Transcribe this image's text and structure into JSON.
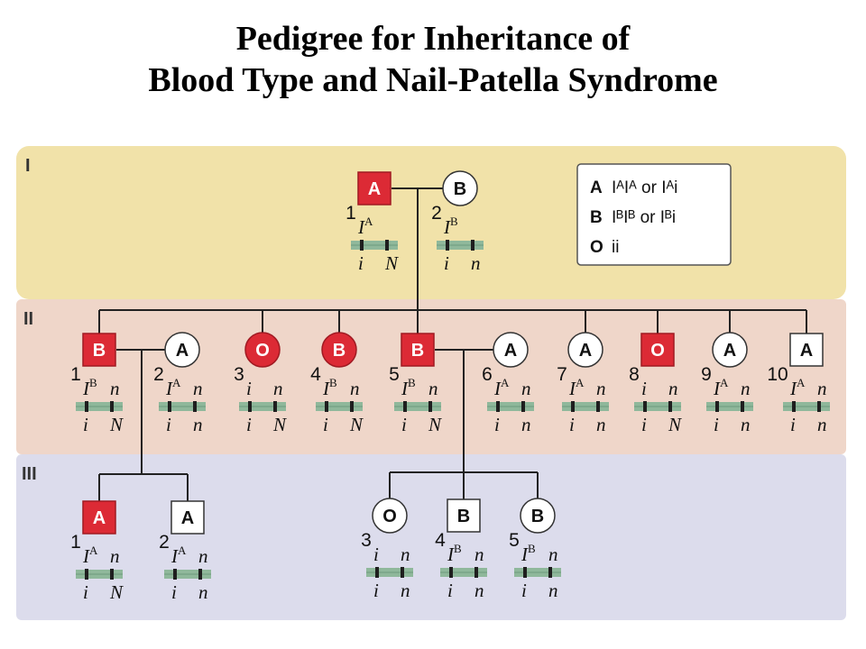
{
  "title": {
    "line1": "Pedigree for Inheritance of",
    "line2": "Blood Type and Nail-Patella Syndrome"
  },
  "generations": [
    {
      "label": "I",
      "band_color": "#f1e2a9"
    },
    {
      "label": "II",
      "band_color": "#efd6c9"
    },
    {
      "label": "III",
      "band_color": "#dcdcec"
    }
  ],
  "colors": {
    "affected": "#dc2a35",
    "unaffected": "#ffffff",
    "chromosome": "#8fb89b",
    "marker": "#1f1f1f",
    "line": "#222222"
  },
  "legend": {
    "rows": [
      {
        "type": "A",
        "text": "IᴬIᴬ or Iᴬi"
      },
      {
        "type": "B",
        "text": "IᴮIᴮ or Iᴮi"
      },
      {
        "type": "O",
        "text": "ii"
      }
    ]
  },
  "individuals": [
    {
      "id": "I-1",
      "gen": "I",
      "number": "1",
      "sex": "male",
      "affected": true,
      "blood": "A",
      "top": {
        "base": "I",
        "sup": "A",
        "tail": ""
      },
      "bottom": [
        "i",
        "N"
      ]
    },
    {
      "id": "I-2",
      "gen": "I",
      "number": "2",
      "sex": "female",
      "affected": false,
      "blood": "B",
      "top": {
        "base": "I",
        "sup": "B",
        "tail": ""
      },
      "bottom": [
        "i",
        "n"
      ]
    },
    {
      "id": "II-1",
      "gen": "II",
      "number": "1",
      "sex": "male",
      "affected": true,
      "blood": "B",
      "top": {
        "base": "I",
        "sup": "B",
        "tail": "n"
      },
      "bottom": [
        "i",
        "N"
      ]
    },
    {
      "id": "II-2",
      "gen": "II",
      "number": "2",
      "sex": "female",
      "affected": false,
      "blood": "A",
      "top": {
        "base": "I",
        "sup": "A",
        "tail": "n"
      },
      "bottom": [
        "i",
        "n"
      ]
    },
    {
      "id": "II-3",
      "gen": "II",
      "number": "3",
      "sex": "female",
      "affected": true,
      "blood": "O",
      "top": {
        "base": "i",
        "sup": "",
        "tail": "n"
      },
      "bottom": [
        "i",
        "N"
      ]
    },
    {
      "id": "II-4",
      "gen": "II",
      "number": "4",
      "sex": "female",
      "affected": true,
      "blood": "B",
      "top": {
        "base": "I",
        "sup": "B",
        "tail": "n"
      },
      "bottom": [
        "i",
        "N"
      ]
    },
    {
      "id": "II-5",
      "gen": "II",
      "number": "5",
      "sex": "male",
      "affected": true,
      "blood": "B",
      "top": {
        "base": "I",
        "sup": "B",
        "tail": "n"
      },
      "bottom": [
        "i",
        "N"
      ]
    },
    {
      "id": "II-6",
      "gen": "II",
      "number": "6",
      "sex": "female",
      "affected": false,
      "blood": "A",
      "top": {
        "base": "I",
        "sup": "A",
        "tail": "n"
      },
      "bottom": [
        "i",
        "n"
      ]
    },
    {
      "id": "II-7",
      "gen": "II",
      "number": "7",
      "sex": "female",
      "affected": false,
      "blood": "A",
      "top": {
        "base": "I",
        "sup": "A",
        "tail": "n"
      },
      "bottom": [
        "i",
        "n"
      ]
    },
    {
      "id": "II-8",
      "gen": "II",
      "number": "8",
      "sex": "male",
      "affected": true,
      "blood": "O",
      "top": {
        "base": "i",
        "sup": "",
        "tail": "n"
      },
      "bottom": [
        "i",
        "N"
      ]
    },
    {
      "id": "II-9",
      "gen": "II",
      "number": "9",
      "sex": "female",
      "affected": false,
      "blood": "A",
      "top": {
        "base": "I",
        "sup": "A",
        "tail": "n"
      },
      "bottom": [
        "i",
        "n"
      ]
    },
    {
      "id": "II-10",
      "gen": "II",
      "number": "10",
      "sex": "male",
      "affected": false,
      "blood": "A",
      "top": {
        "base": "I",
        "sup": "A",
        "tail": "n"
      },
      "bottom": [
        "i",
        "n"
      ]
    },
    {
      "id": "III-1",
      "gen": "III",
      "number": "1",
      "sex": "male",
      "affected": true,
      "blood": "A",
      "top": {
        "base": "I",
        "sup": "A",
        "tail": "n"
      },
      "bottom": [
        "i",
        "N"
      ]
    },
    {
      "id": "III-2",
      "gen": "III",
      "number": "2",
      "sex": "male",
      "affected": false,
      "blood": "A",
      "top": {
        "base": "I",
        "sup": "A",
        "tail": "n"
      },
      "bottom": [
        "i",
        "n"
      ]
    },
    {
      "id": "III-3",
      "gen": "III",
      "number": "3",
      "sex": "female",
      "affected": false,
      "blood": "O",
      "top": {
        "base": "i",
        "sup": "",
        "tail": "n"
      },
      "bottom": [
        "i",
        "n"
      ]
    },
    {
      "id": "III-4",
      "gen": "III",
      "number": "4",
      "sex": "male",
      "affected": false,
      "blood": "B",
      "top": {
        "base": "I",
        "sup": "B",
        "tail": "n"
      },
      "bottom": [
        "i",
        "n"
      ]
    },
    {
      "id": "III-5",
      "gen": "III",
      "number": "5",
      "sex": "female",
      "affected": false,
      "blood": "B",
      "top": {
        "base": "I",
        "sup": "B",
        "tail": "n"
      },
      "bottom": [
        "i",
        "n"
      ]
    }
  ]
}
